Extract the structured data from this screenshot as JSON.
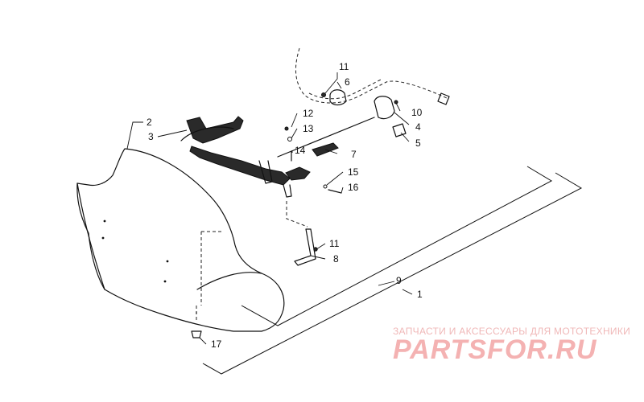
{
  "callouts": {
    "c1": "1",
    "c2": "2",
    "c3": "3",
    "c4": "4",
    "c5": "5",
    "c6": "6",
    "c7": "7",
    "c8": "8",
    "c9": "9",
    "c10": "10",
    "c11a": "11",
    "c11b": "11",
    "c12": "12",
    "c13": "13",
    "c14": "14",
    "c15": "15",
    "c16": "16",
    "c17": "17"
  },
  "watermark": {
    "line1": "ЗАПЧАСТИ И АКСЕССУАРЫ ДЛЯ МОТОТЕХНИКИ",
    "line2": "PARTSFOR.RU"
  },
  "colors": {
    "ink": "#111111",
    "watermark": "#f4b2b2"
  }
}
